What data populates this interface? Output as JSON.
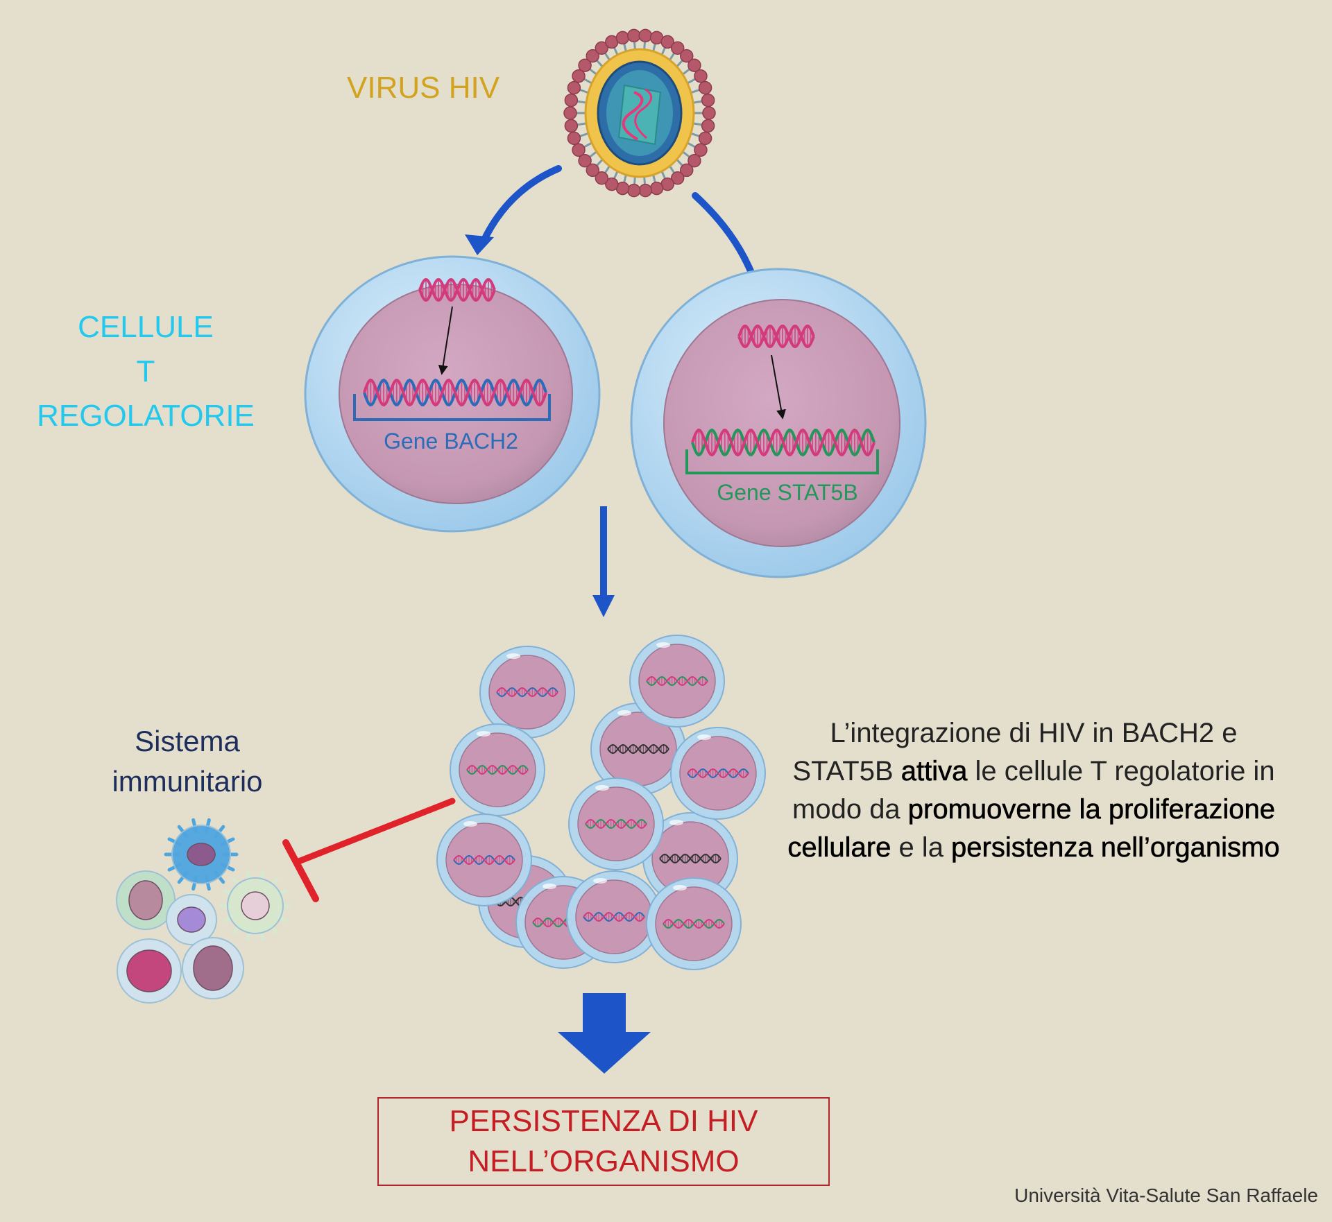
{
  "virus": {
    "label": "VIRUS  HIV"
  },
  "treg": {
    "label": "CELLULE\nT REGOLATORIE"
  },
  "genes": {
    "bach2": {
      "label": "Gene BACH2",
      "color": "#2b6cb8"
    },
    "stat5b": {
      "label": "Gene STAT5B",
      "color": "#23975a"
    }
  },
  "immune": {
    "label": "Sistema\nimmunitario"
  },
  "description": [
    {
      "text": "L’integrazione di HIV in BACH2 e STAT5B ",
      "bold": false
    },
    {
      "text": "attiva",
      "bold": true
    },
    {
      "text": " le cellule T regolatorie in modo da ",
      "bold": false
    },
    {
      "text": "promuoverne la proliferazione cellulare",
      "bold": true
    },
    {
      "text": " e la ",
      "bold": false
    },
    {
      "text": "persistenza nell’organismo",
      "bold": true
    }
  ],
  "outcome": {
    "line1": "PERSISTENZA DI HIV",
    "line2": "NELL’ORGANISMO",
    "color": "#c41e24"
  },
  "credit": "Università Vita-Salute San Raffaele",
  "colors": {
    "background": "#e4dfcd",
    "arrow": "#1d55c8",
    "inhibition": "#e0232a",
    "cell_membrane": "#a9d2ee",
    "nucleus": "#c99bb6",
    "dna_pink": "#d23a7c",
    "dna_blue": "#2b6cb8",
    "dna_green": "#23975a",
    "dna_black": "#333333"
  }
}
